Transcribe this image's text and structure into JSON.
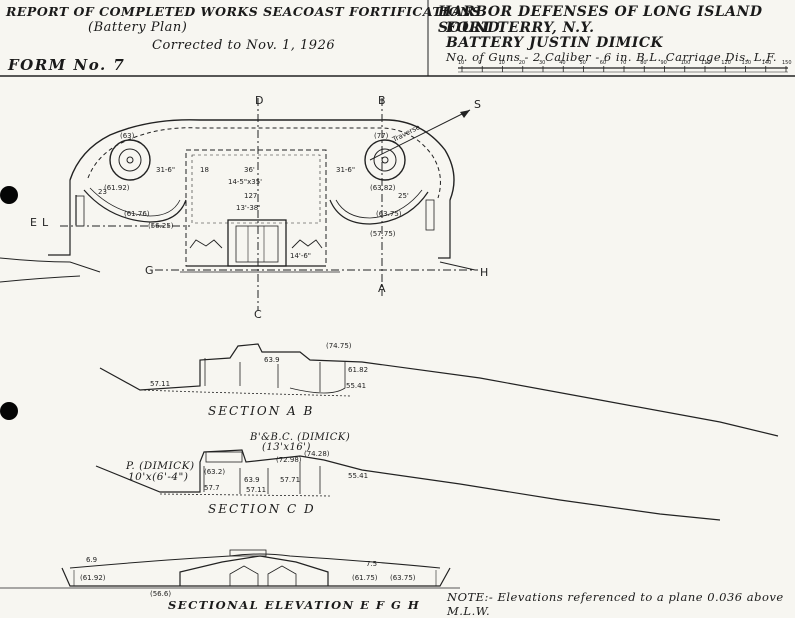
{
  "header": {
    "report_title": "REPORT OF COMPLETED WORKS SEACOAST FORTIFICATIONS.",
    "plan_type": "(Battery Plan)",
    "corrected": "Corrected to Nov. 1, 1926",
    "form": "FORM No. 7",
    "harbor": "HARBOR DEFENSES OF LONG ISLAND SOUND",
    "fort": "FORT TERRY, N.Y.",
    "battery": "BATTERY JUSTIN DIMICK",
    "guns": "No. of Guns - 2 Caliber - 6 in. B.L. Carriage Dis. L.F."
  },
  "scale_bar": {
    "ticks": [
      "10",
      "0",
      "10",
      "20",
      "30",
      "40",
      "50",
      "60",
      "70",
      "80",
      "90",
      "100",
      "110",
      "120",
      "130",
      "140",
      "150"
    ]
  },
  "plan": {
    "section_letters": [
      "D",
      "B",
      "S",
      "E",
      "L",
      "G",
      "H",
      "C",
      "A"
    ],
    "left_emplacement": {
      "elev_top": "(63)",
      "elev_pit": "(61.92)",
      "elev_front": "(61.76)",
      "elev_side": "(56.25)",
      "radius": "31-6\"",
      "dist": "23"
    },
    "right_emplacement": {
      "elev_top": "(77)",
      "elev_pit": "(63.82)",
      "elev_front": "(63.75)",
      "elev_side": "(57.75)",
      "radius": "31-6\"",
      "dist": "25'"
    },
    "dims": [
      "36'",
      "14-5\"x35'",
      "127",
      "13'-38'",
      "18",
      "14'-6\""
    ],
    "traverse_label": "Traverse"
  },
  "sections": {
    "ab": {
      "title": "SECTION A B",
      "labels": [
        "(74.75)",
        "63.9",
        "61.82",
        "55.41",
        "57.11"
      ]
    },
    "cd": {
      "title": "SECTION C D",
      "labels": [
        "B'&B.C. (DIMICK)",
        "(13'x16')",
        "P. (DIMICK)",
        "10'x(6'-4\")",
        "(74.28)",
        "(72.98)",
        "(63.2)",
        "63.9",
        "57.71",
        "57.7",
        "57.11",
        "55.41"
      ]
    },
    "ef": {
      "title": "SECTIONAL ELEVATION E F G H",
      "labels": [
        "6.9",
        "(61.92)",
        "(56.6)",
        "(61.75)",
        "(63.75)",
        "7.5"
      ]
    }
  },
  "note": "NOTE:- Elevations referenced to a plane 0.036 above M.L.W."
}
